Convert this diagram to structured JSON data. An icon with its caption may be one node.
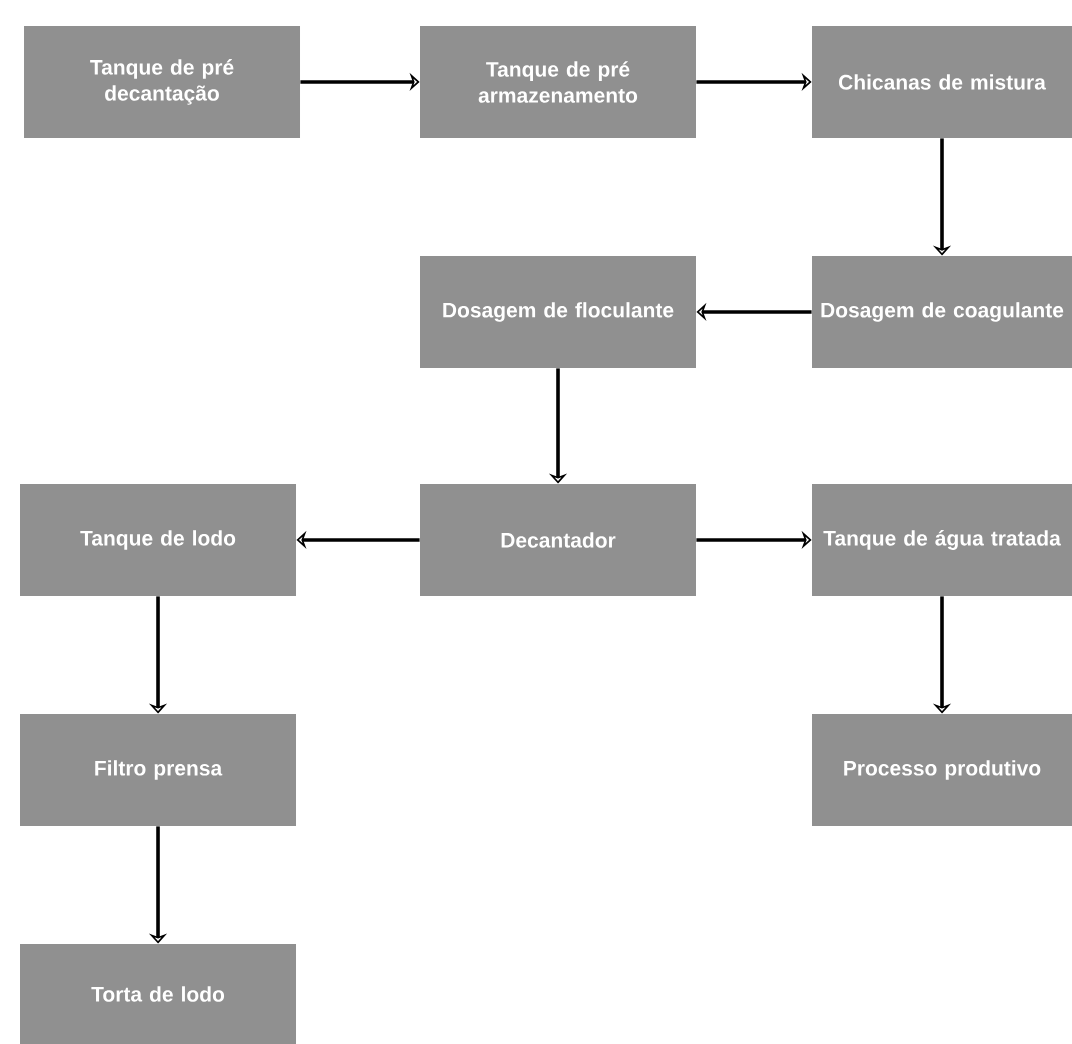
{
  "diagram": {
    "nodes": [
      {
        "text": [
          "Tanque de pré decantação"
        ]
      },
      {
        "text": [
          "Tanque de pré armazenamento"
        ]
      },
      {
        "text": [
          "Chicanas de mistura"
        ]
      },
      {
        "text": [
          "Dosagem de coagulante"
        ]
      },
      {
        "text": [
          "Dosagem de floculante"
        ]
      },
      {
        "text": [
          "Decantador"
        ]
      },
      {
        "text": [
          "Tanque de lodo"
        ]
      },
      {
        "text": [
          "Tanque de água tratada"
        ]
      },
      {
        "text": [
          "Filtro prensa"
        ]
      },
      {
        "text": [
          "Processo produtivo"
        ]
      },
      {
        "text": [
          "Torta de lodo"
        ]
      }
    ],
    "edges": [
      {
        "from": 0,
        "to": 1,
        "arrow": "to"
      },
      {
        "from": 1,
        "to": 2,
        "arrow": "to"
      },
      {
        "from": 2,
        "to": 3,
        "arrow": "to"
      },
      {
        "from": 3,
        "to": 4,
        "arrow": "to"
      },
      {
        "from": 4,
        "to": 5,
        "arrow": "to"
      },
      {
        "from": 5,
        "to": 6,
        "arrow": "to"
      },
      {
        "from": 5,
        "to": 7,
        "arrow": "to"
      },
      {
        "from": 6,
        "to": 8,
        "arrow": "to"
      },
      {
        "from": 7,
        "to": 9,
        "arrow": "to"
      },
      {
        "from": 8,
        "to": 10,
        "arrow": "to"
      }
    ]
  }
}
